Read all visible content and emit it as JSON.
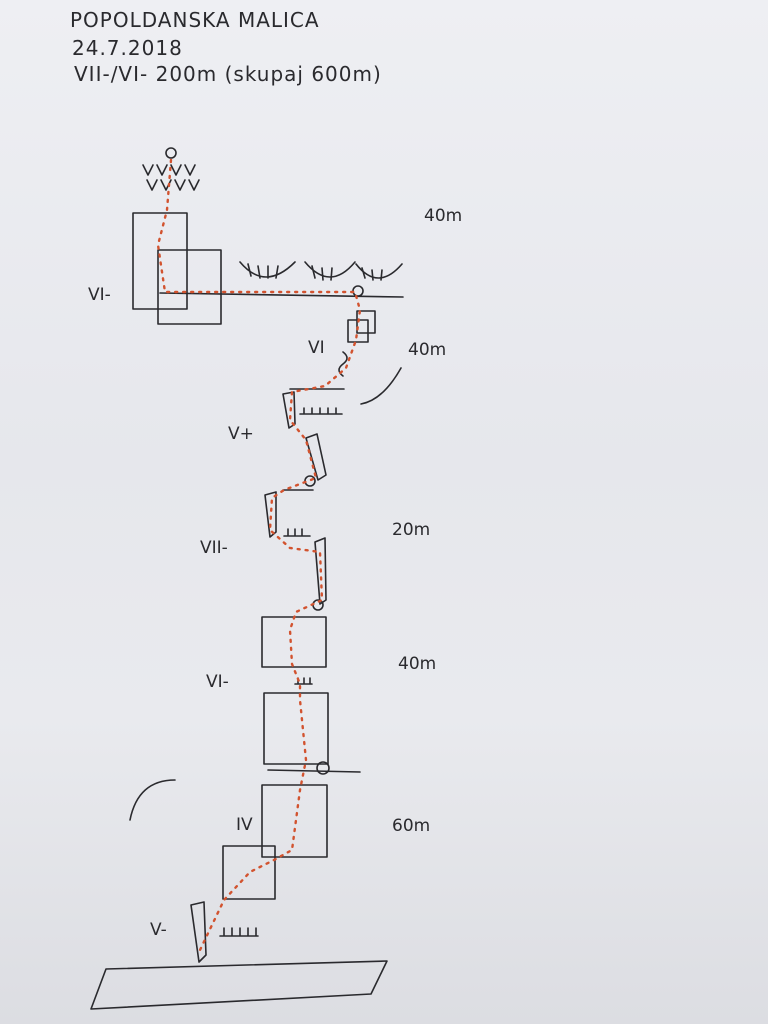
{
  "header": {
    "route_name": "POPOLDANSKA MALICA",
    "date": "24.7.2018",
    "summary": "VII-/VI-  200m (skupaj 600m)"
  },
  "pitches": [
    {
      "grade": "VI-",
      "length": "40m"
    },
    {
      "grade": "VI",
      "length": "40m"
    },
    {
      "grade": "V+",
      "length": ""
    },
    {
      "grade": "VII-",
      "length": "20m"
    },
    {
      "grade": "VI-",
      "length": "40m"
    },
    {
      "grade": "IV",
      "length": "60m"
    },
    {
      "grade": "V-",
      "length": ""
    }
  ],
  "colors": {
    "ink": "#2a2a2e",
    "route_line": "#d2532f",
    "paper": "#e9eaee"
  }
}
